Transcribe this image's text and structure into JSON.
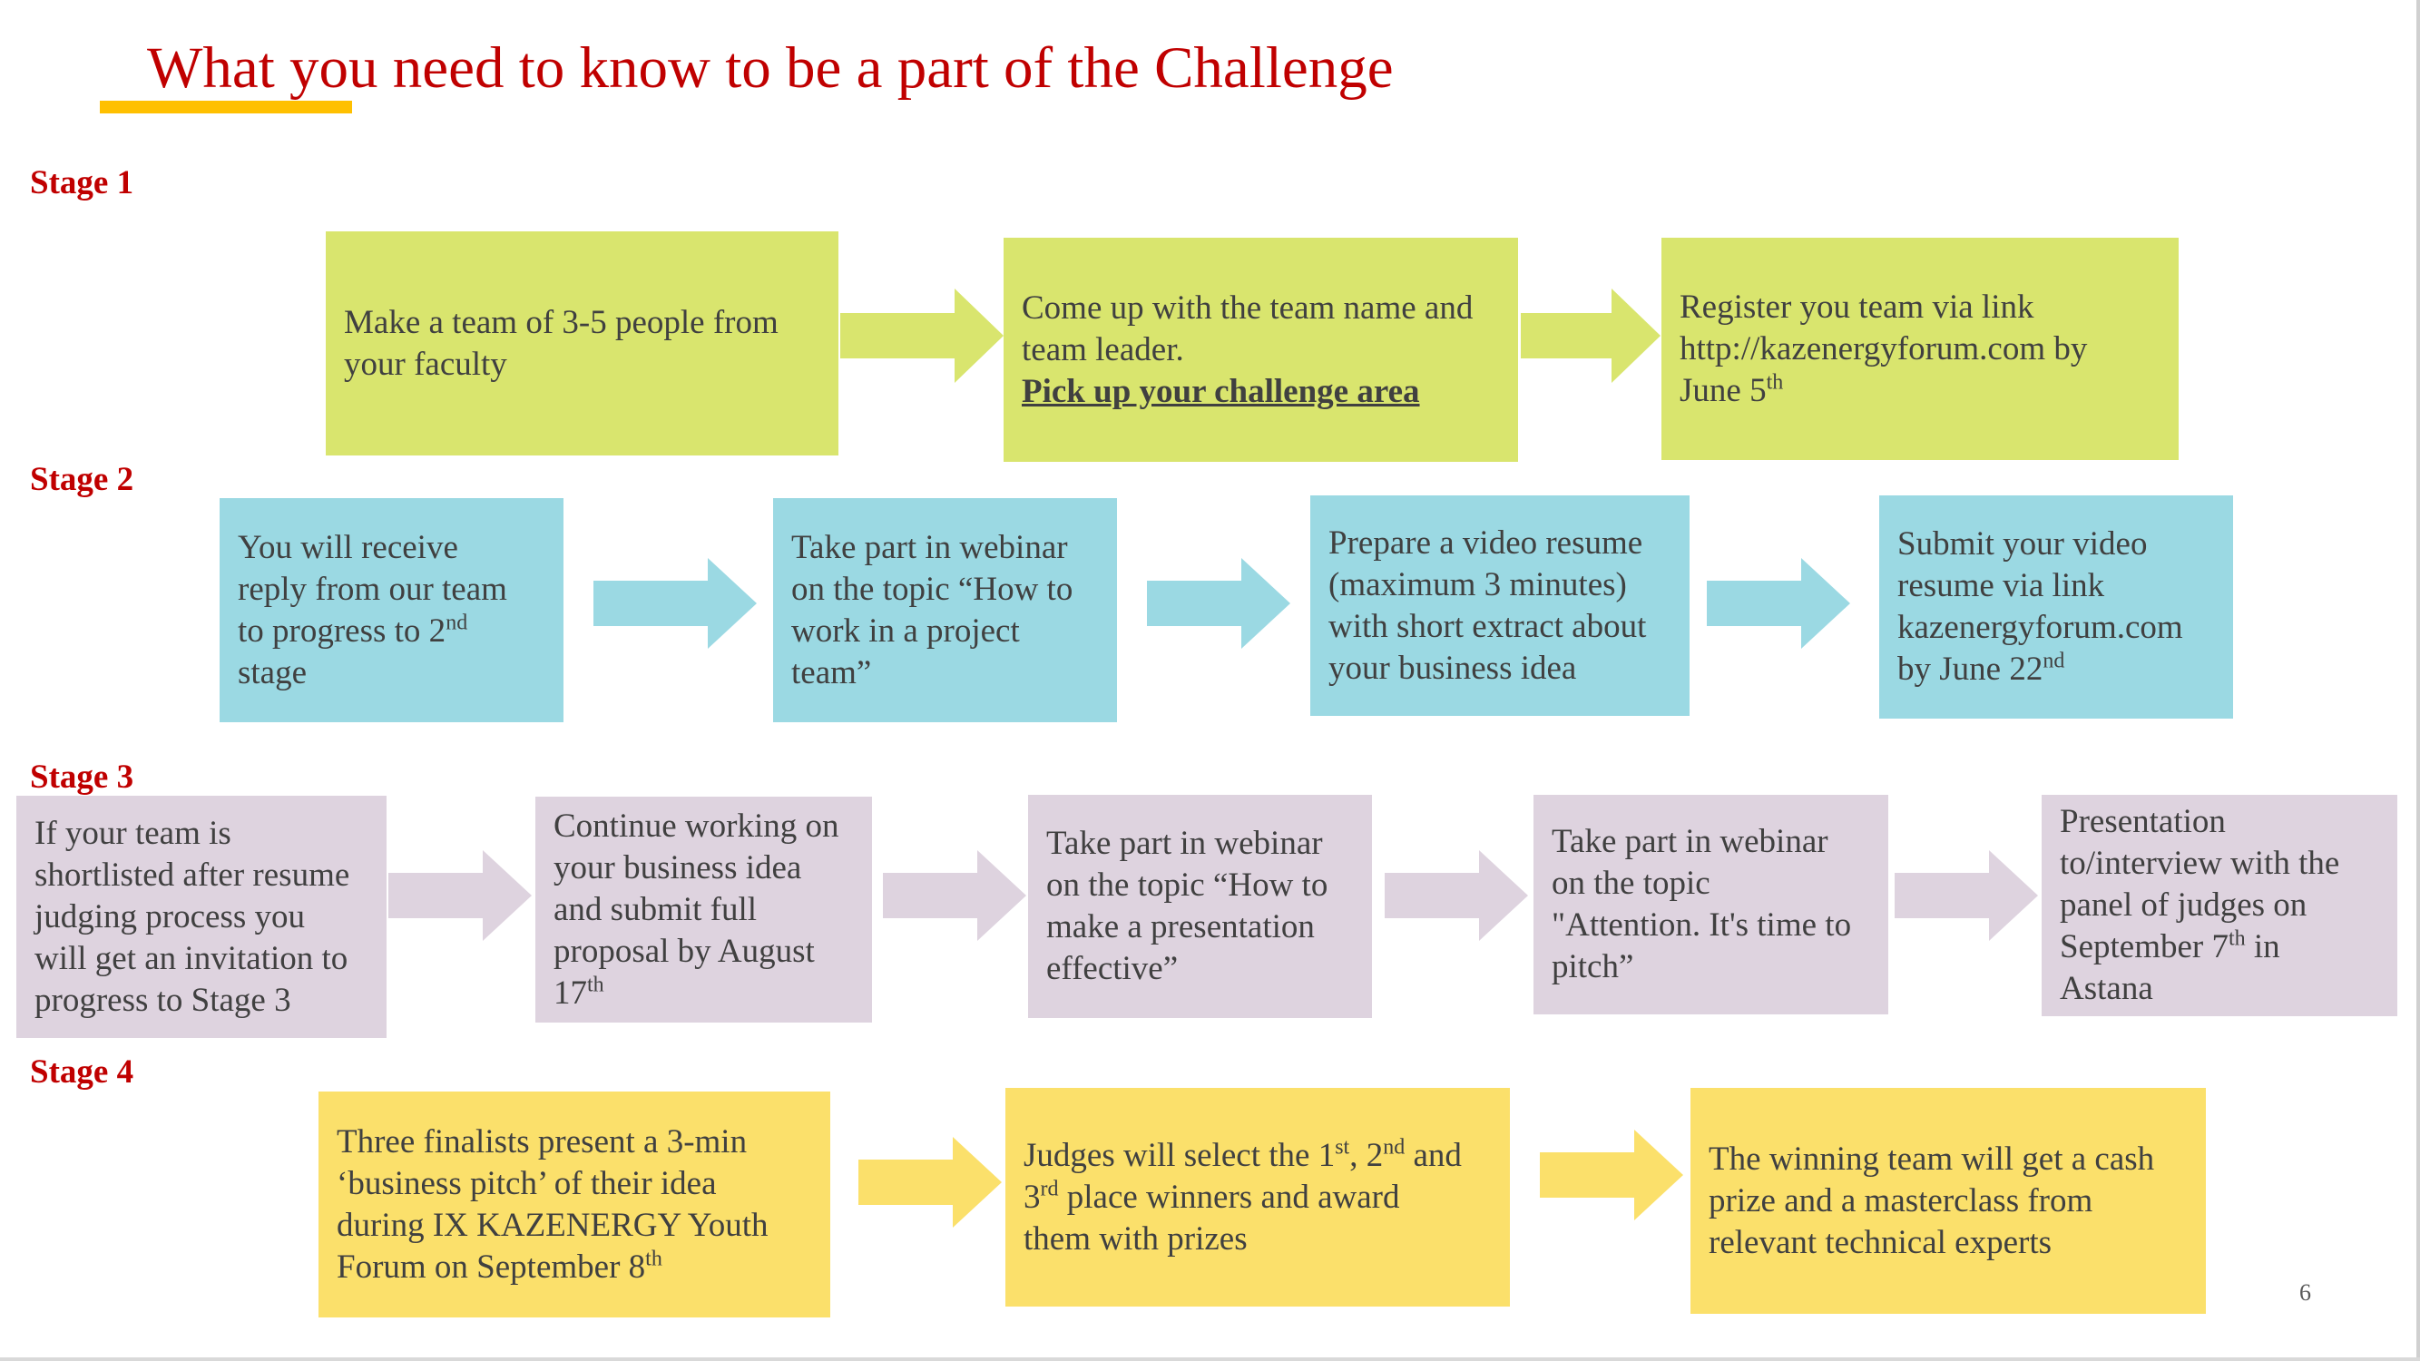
{
  "title": "What you need to know to be a part of the Challenge",
  "page_number": "6",
  "colors": {
    "title": "#c00000",
    "underline": "#ffc000",
    "stage1": "#d9e56e",
    "stage2": "#9bd9e3",
    "stage3": "#ded3df",
    "stage4": "#fbe06b"
  },
  "stages": [
    {
      "label": "Stage 1",
      "steps": [
        {
          "lines": [
            [
              "Make a team of 3-5 people from"
            ],
            [
              "your faculty"
            ]
          ]
        },
        {
          "lines": [
            [
              "Come up with the team name and"
            ],
            [
              "team leader."
            ]
          ],
          "link": "Pick up your challenge area"
        },
        {
          "lines": [
            [
              "Register you team via link"
            ],
            [
              "http://kazenergyforum.com by"
            ],
            [
              "June 5",
              "th"
            ]
          ]
        }
      ]
    },
    {
      "label": "Stage 2",
      "steps": [
        {
          "lines": [
            [
              "You will receive"
            ],
            [
              "reply from our team"
            ],
            [
              "to progress to 2",
              "nd"
            ],
            [
              "stage"
            ]
          ]
        },
        {
          "lines": [
            [
              "Take part in webinar"
            ],
            [
              "on the topic “How to"
            ],
            [
              "work in a project"
            ],
            [
              "team”"
            ]
          ]
        },
        {
          "lines": [
            [
              "Prepare a video resume"
            ],
            [
              "(maximum 3 minutes)"
            ],
            [
              "with short extract about"
            ],
            [
              "your business idea"
            ]
          ]
        },
        {
          "lines": [
            [
              "Submit your video"
            ],
            [
              "resume via link"
            ],
            [
              "kazenergyforum.com"
            ],
            [
              "by June 22",
              "nd"
            ]
          ]
        }
      ]
    },
    {
      "label": "Stage 3",
      "steps": [
        {
          "lines": [
            [
              "If your team is"
            ],
            [
              "shortlisted after resume"
            ],
            [
              "judging process you"
            ],
            [
              "will get an invitation to"
            ],
            [
              "progress to Stage 3"
            ]
          ]
        },
        {
          "lines": [
            [
              "Continue working on"
            ],
            [
              "your business idea"
            ],
            [
              "and submit full"
            ],
            [
              "proposal by August"
            ],
            [
              "17",
              "th"
            ]
          ]
        },
        {
          "lines": [
            [
              "Take part in webinar"
            ],
            [
              "on the topic “How to"
            ],
            [
              "make a presentation"
            ],
            [
              "effective”"
            ]
          ]
        },
        {
          "lines": [
            [
              "Take part in webinar"
            ],
            [
              "on the topic"
            ],
            [
              "\"Attention. It's time to"
            ],
            [
              "pitch”"
            ]
          ]
        },
        {
          "lines": [
            [
              "Presentation"
            ],
            [
              "to/interview with  the"
            ],
            [
              "panel of judges on"
            ],
            [
              "September 7",
              "th",
              " in"
            ],
            [
              "Astana"
            ]
          ]
        }
      ]
    },
    {
      "label": "Stage 4",
      "steps": [
        {
          "lines": [
            [
              "Three finalists present a 3-min"
            ],
            [
              "‘business pitch’ of their idea"
            ],
            [
              "during IX KAZENERGY Youth"
            ],
            [
              "Forum on September 8",
              "th"
            ]
          ]
        },
        {
          "lines": [
            [
              "Judges will select the 1",
              "st",
              ", 2",
              "nd",
              " and"
            ],
            [
              "3",
              "rd",
              " place winners and award"
            ],
            [
              "them with prizes"
            ]
          ]
        },
        {
          "lines": [
            [
              "The winning team will get a cash"
            ],
            [
              "prize and a masterclass from"
            ],
            [
              "relevant technical experts"
            ]
          ]
        }
      ]
    }
  ]
}
